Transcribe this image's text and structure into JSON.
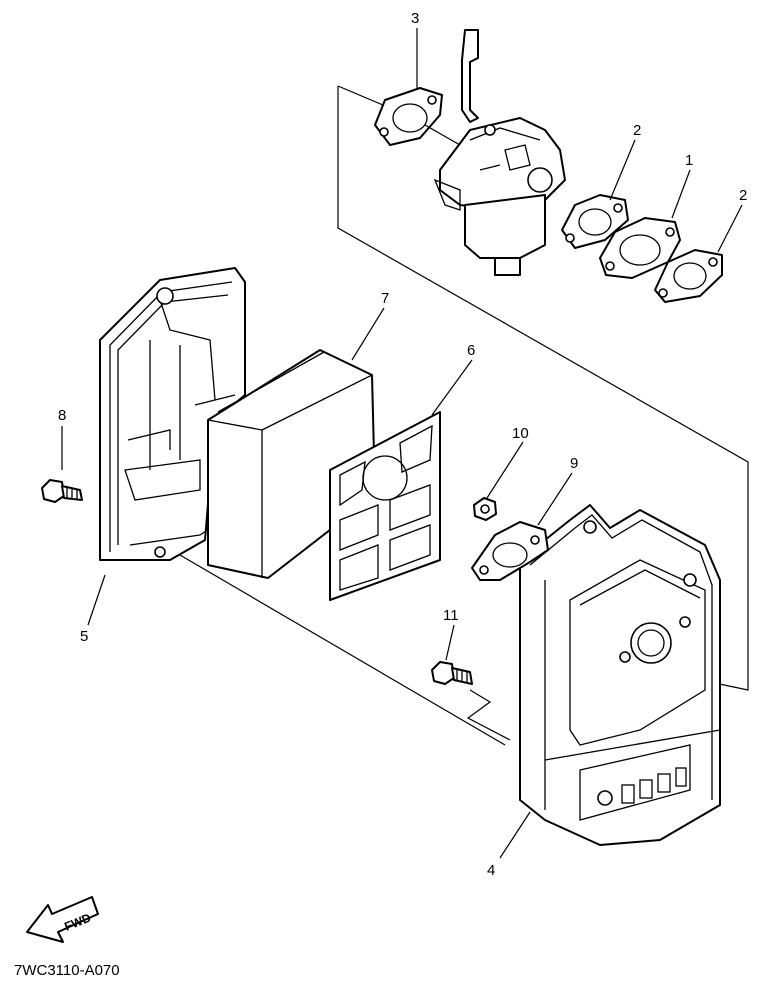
{
  "callouts": {
    "c1": "1",
    "c2a": "2",
    "c2b": "2",
    "c3": "3",
    "c4": "4",
    "c5": "5",
    "c6": "6",
    "c7": "7",
    "c8": "8",
    "c9": "9",
    "c10": "10",
    "c11": "11"
  },
  "fwd_label": "FWD",
  "drawing_code": "7WC3110-A070"
}
